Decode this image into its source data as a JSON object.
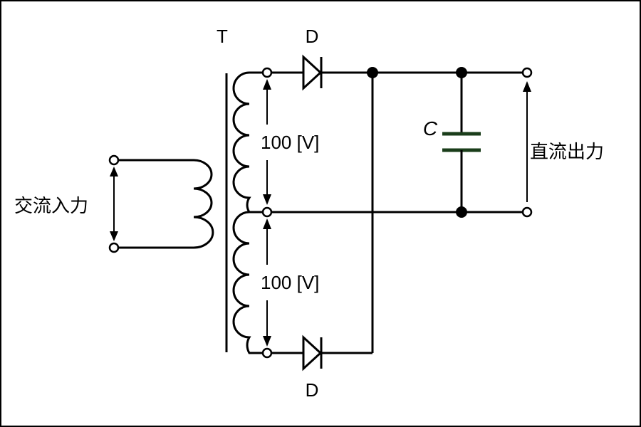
{
  "labels": {
    "transformer": "T",
    "diode_top": "D",
    "diode_bottom": "D",
    "capacitor": "C",
    "voltage_upper": "100 [V]",
    "voltage_lower": "100 [V]",
    "ac_input": "交流入力",
    "dc_output": "直流出力"
  },
  "colors": {
    "line": "#000000",
    "capacitor_plate": "#1a3d1a",
    "background": "#ffffff"
  }
}
